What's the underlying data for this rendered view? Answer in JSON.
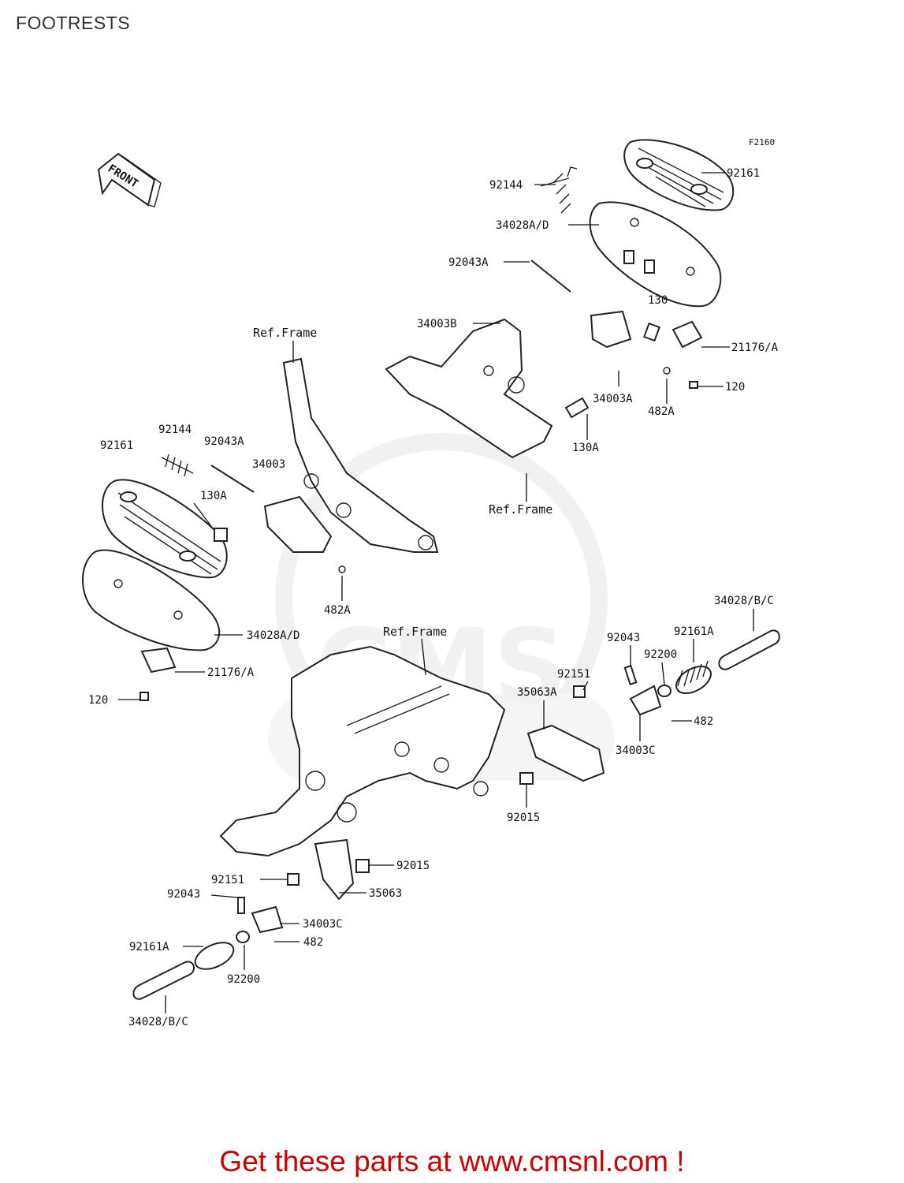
{
  "page_title": "FOOTRESTS",
  "figure_code": "F2160",
  "front_arrow_label": "FRONT",
  "ref_frame_label": "Ref.Frame",
  "watermark_text": "CMS",
  "colors": {
    "footer": "#d00000",
    "lines": "#222222",
    "watermark": "#e6e6e6"
  },
  "callouts": [
    {
      "label": "92144"
    },
    {
      "label": "92161"
    },
    {
      "label": "34028A/D"
    },
    {
      "label": "92043A"
    },
    {
      "label": "34003B"
    },
    {
      "label": "130"
    },
    {
      "label": "21176/A"
    },
    {
      "label": "120"
    },
    {
      "label": "34003A"
    },
    {
      "label": "482A"
    },
    {
      "label": "130A"
    },
    {
      "label": "92144"
    },
    {
      "label": "92043A"
    },
    {
      "label": "92161"
    },
    {
      "label": "34003"
    },
    {
      "label": "130A"
    },
    {
      "label": "482A"
    },
    {
      "label": "34028A/D"
    },
    {
      "label": "21176/A"
    },
    {
      "label": "120"
    },
    {
      "label": "34028/B/C"
    },
    {
      "label": "92043"
    },
    {
      "label": "92161A"
    },
    {
      "label": "92200"
    },
    {
      "label": "92151"
    },
    {
      "label": "35063A"
    },
    {
      "label": "482"
    },
    {
      "label": "34003C"
    },
    {
      "label": "92015"
    },
    {
      "label": "92015"
    },
    {
      "label": "92151"
    },
    {
      "label": "35063"
    },
    {
      "label": "92043"
    },
    {
      "label": "34003C"
    },
    {
      "label": "92161A"
    },
    {
      "label": "482"
    },
    {
      "label": "92200"
    },
    {
      "label": "34028/B/C"
    }
  ],
  "footer_text": "Get these parts at www.cmsnl.com !"
}
